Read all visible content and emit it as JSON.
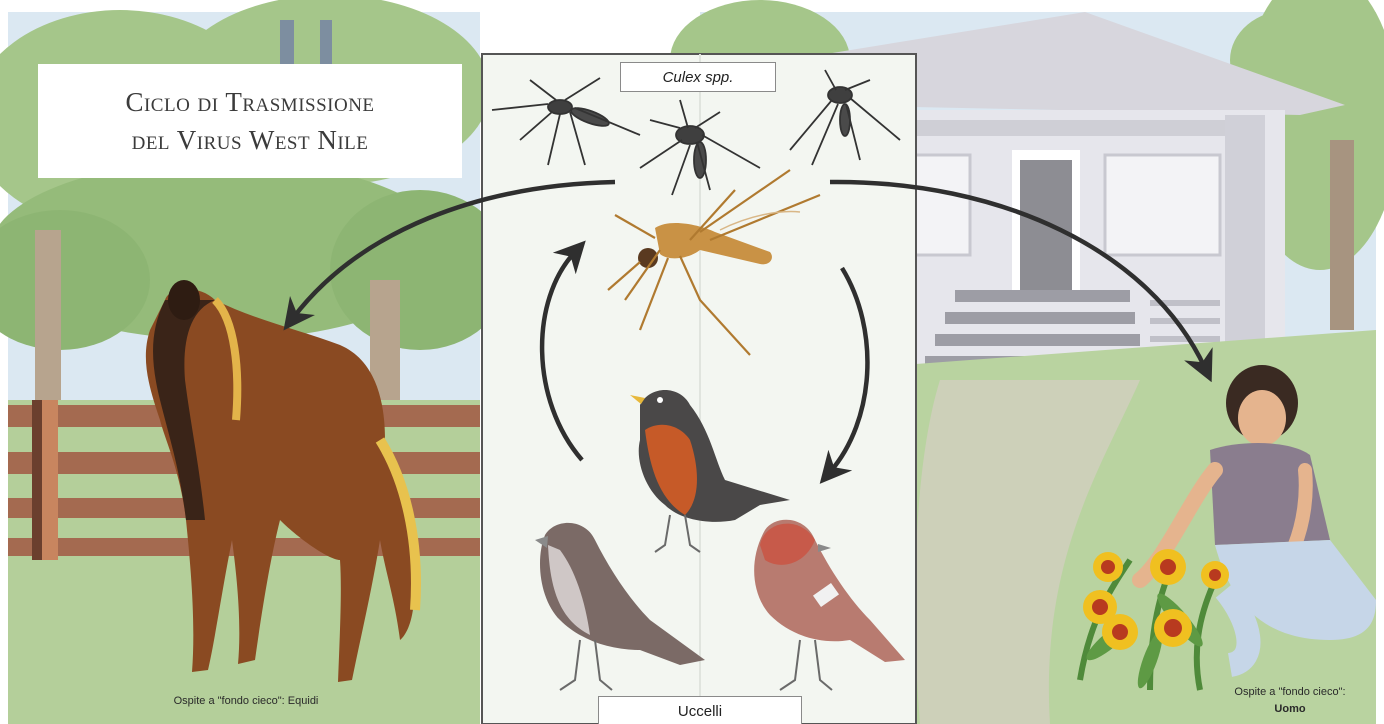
{
  "title": {
    "line1": "Ciclo di Trasmissione",
    "line2": "del Virus West Nile"
  },
  "labels": {
    "vector": "Culex spp.",
    "amplifying_host": "Uccelli",
    "dead_end_horse": "Ospite a \"fondo cieco\": Equidi",
    "dead_end_human_prefix": "Ospite a \"fondo cieco\":",
    "dead_end_human_name": "Uomo"
  },
  "icons": {
    "mosquitoes": [
      "mosquito-icon",
      "mosquito-icon",
      "mosquito-icon",
      "mosquito-large-icon"
    ],
    "birds": [
      "robin-icon",
      "sparrow-icon",
      "house-finch-icon"
    ],
    "horse": "horse-icon",
    "human": "gardening-woman-icon",
    "house": "house-icon",
    "flowers": "flowers-icon"
  },
  "colors": {
    "sky": "#dbe8f2",
    "foliage": "#9cc07e",
    "grass": "#b4cf9a",
    "fence": "#a46a50",
    "arrow": "#2f2f2f",
    "horse": "#8a4a22",
    "house": "#e4e4ea"
  }
}
